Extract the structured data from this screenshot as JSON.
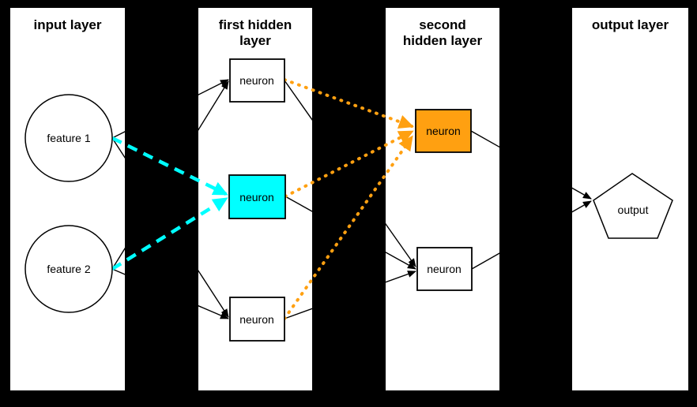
{
  "colors": {
    "background": "#000000",
    "panel": "#FFFFFF",
    "edge": "#000000",
    "cyan": "#00FFFF",
    "orange": "#FFA011"
  },
  "network": {
    "layers": [
      {
        "title": "input layer",
        "nodes": [
          {
            "id": "feature1",
            "label": "feature 1",
            "shape": "circle",
            "fill": "#FFFFFF"
          },
          {
            "id": "feature2",
            "label": "feature 2",
            "shape": "circle",
            "fill": "#FFFFFF"
          }
        ]
      },
      {
        "title": "first hidden layer",
        "nodes": [
          {
            "id": "h1n1",
            "label": "neuron",
            "shape": "rect",
            "fill": "#FFFFFF"
          },
          {
            "id": "h1n2",
            "label": "neuron",
            "shape": "rect",
            "fill": "#00FFFF"
          },
          {
            "id": "h1n3",
            "label": "neuron",
            "shape": "rect",
            "fill": "#FFFFFF"
          }
        ]
      },
      {
        "title": "second hidden layer",
        "nodes": [
          {
            "id": "h2n1",
            "label": "neuron",
            "shape": "rect",
            "fill": "#FFA011"
          },
          {
            "id": "h2n2",
            "label": "neuron",
            "shape": "rect",
            "fill": "#FFFFFF"
          }
        ]
      },
      {
        "title": "output layer",
        "nodes": [
          {
            "id": "output",
            "label": "output",
            "shape": "pentagon",
            "fill": "#FFFFFF"
          }
        ]
      }
    ],
    "edges": [
      {
        "from": "feature1",
        "to": "h1n1",
        "style": "solid",
        "color": "#000000"
      },
      {
        "from": "feature1",
        "to": "h1n3",
        "style": "solid",
        "color": "#000000"
      },
      {
        "from": "feature2",
        "to": "h1n1",
        "style": "solid",
        "color": "#000000"
      },
      {
        "from": "feature2",
        "to": "h1n3",
        "style": "solid",
        "color": "#000000"
      },
      {
        "from": "feature1",
        "to": "h1n2",
        "style": "dashed",
        "color": "#00FFFF"
      },
      {
        "from": "feature2",
        "to": "h1n2",
        "style": "dashed",
        "color": "#00FFFF"
      },
      {
        "from": "h1n1",
        "to": "h2n1",
        "style": "dotted",
        "color": "#FFA011"
      },
      {
        "from": "h1n2",
        "to": "h2n1",
        "style": "dotted",
        "color": "#FFA011"
      },
      {
        "from": "h1n3",
        "to": "h2n1",
        "style": "dotted",
        "color": "#FFA011"
      },
      {
        "from": "h1n1",
        "to": "h2n2",
        "style": "solid",
        "color": "#000000"
      },
      {
        "from": "h1n2",
        "to": "h2n2",
        "style": "solid",
        "color": "#000000"
      },
      {
        "from": "h1n3",
        "to": "h2n2",
        "style": "solid",
        "color": "#000000"
      },
      {
        "from": "h2n1",
        "to": "output",
        "style": "solid",
        "color": "#000000"
      },
      {
        "from": "h2n2",
        "to": "output",
        "style": "solid",
        "color": "#000000"
      }
    ]
  }
}
